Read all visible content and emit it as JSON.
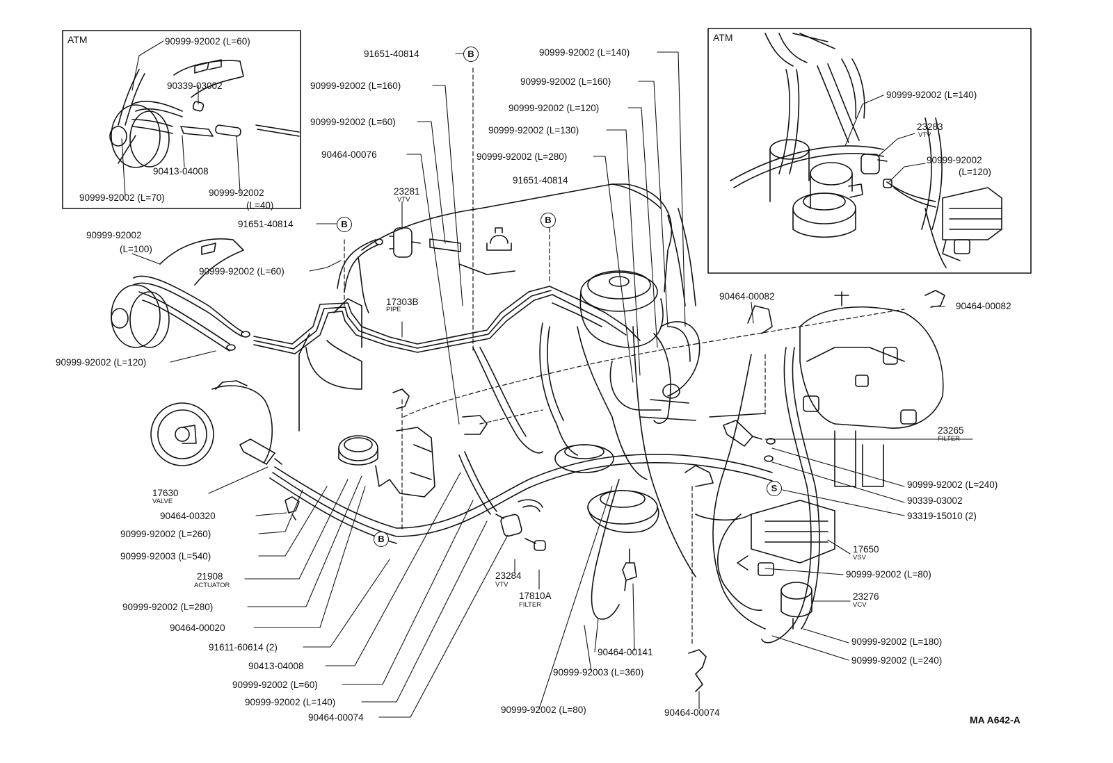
{
  "diagram_code": "MA A642-A",
  "insets": [
    {
      "title": "ATM"
    },
    {
      "title": "ATM"
    }
  ],
  "markers": {
    "b": "B",
    "s": "S"
  },
  "labels": {
    "l1": "90999-92002 (L=60)",
    "l2": "90339-03002",
    "l3": "90413-04008",
    "l4": "90999-92002 (L=70)",
    "l5a": "90999-92002",
    "l5b": "(L=40)",
    "l6": "91651-40814",
    "l7": "90999-92002 (L=160)",
    "l8": "90999-92002 (L=60)",
    "l9": "90464-00076",
    "l10": "23281",
    "l10s": "VTV",
    "l11": "91651-40814",
    "l12a": "90999-92002",
    "l12b": "(L=100)",
    "l13": "90999-92002 (L=60)",
    "l14": "17303B",
    "l14s": "PIPE",
    "l15": "90999-92002 (L=120)",
    "l16": "90999-92002 (L=140)",
    "l17": "90999-92002 (L=160)",
    "l18": "90999-92002 (L=120)",
    "l19": "90999-92002 (L=130)",
    "l20": "90999-92002 (L=280)",
    "l21": "91651-40814",
    "l22": "90999-92002 (L=140)",
    "l23": "23283",
    "l23s": "VTV",
    "l24a": "90999-92002",
    "l24b": "(L=120)",
    "l25": "90464-00082",
    "l26": "90464-00082",
    "l27": "23265",
    "l27s": "FILTER",
    "l28": "90999-92002 (L=240)",
    "l29": "90339-03002",
    "l30": "93319-15010 (2)",
    "l31": "17650",
    "l31s": "VSV",
    "l32": "90999-92002 (L=80)",
    "l33": "23276",
    "l33s": "VCV",
    "l34": "90999-92002 (L=180)",
    "l35": "90999-92002 (L=240)",
    "l36": "17630",
    "l36s": "VALVE",
    "l37": "90464-00320",
    "l38": "90999-92002 (L=260)",
    "l39": "90999-92003 (L=540)",
    "l40": "21908",
    "l40s": "ACTUATOR",
    "l41": "90999-92002 (L=280)",
    "l42": "90464-00020",
    "l43": "91611-60614 (2)",
    "l44": "90413-04008",
    "l45": "90999-92002 (L=60)",
    "l46": "90999-92002 (L=140)",
    "l47": "90464-00074",
    "l48": "23284",
    "l48s": "VTV",
    "l49": "17810A",
    "l49s": "FILTER",
    "l50": "90464-00141",
    "l51": "90999-92003 (L=360)",
    "l52": "90999-92002 (L=80)",
    "l53": "90464-00074"
  }
}
